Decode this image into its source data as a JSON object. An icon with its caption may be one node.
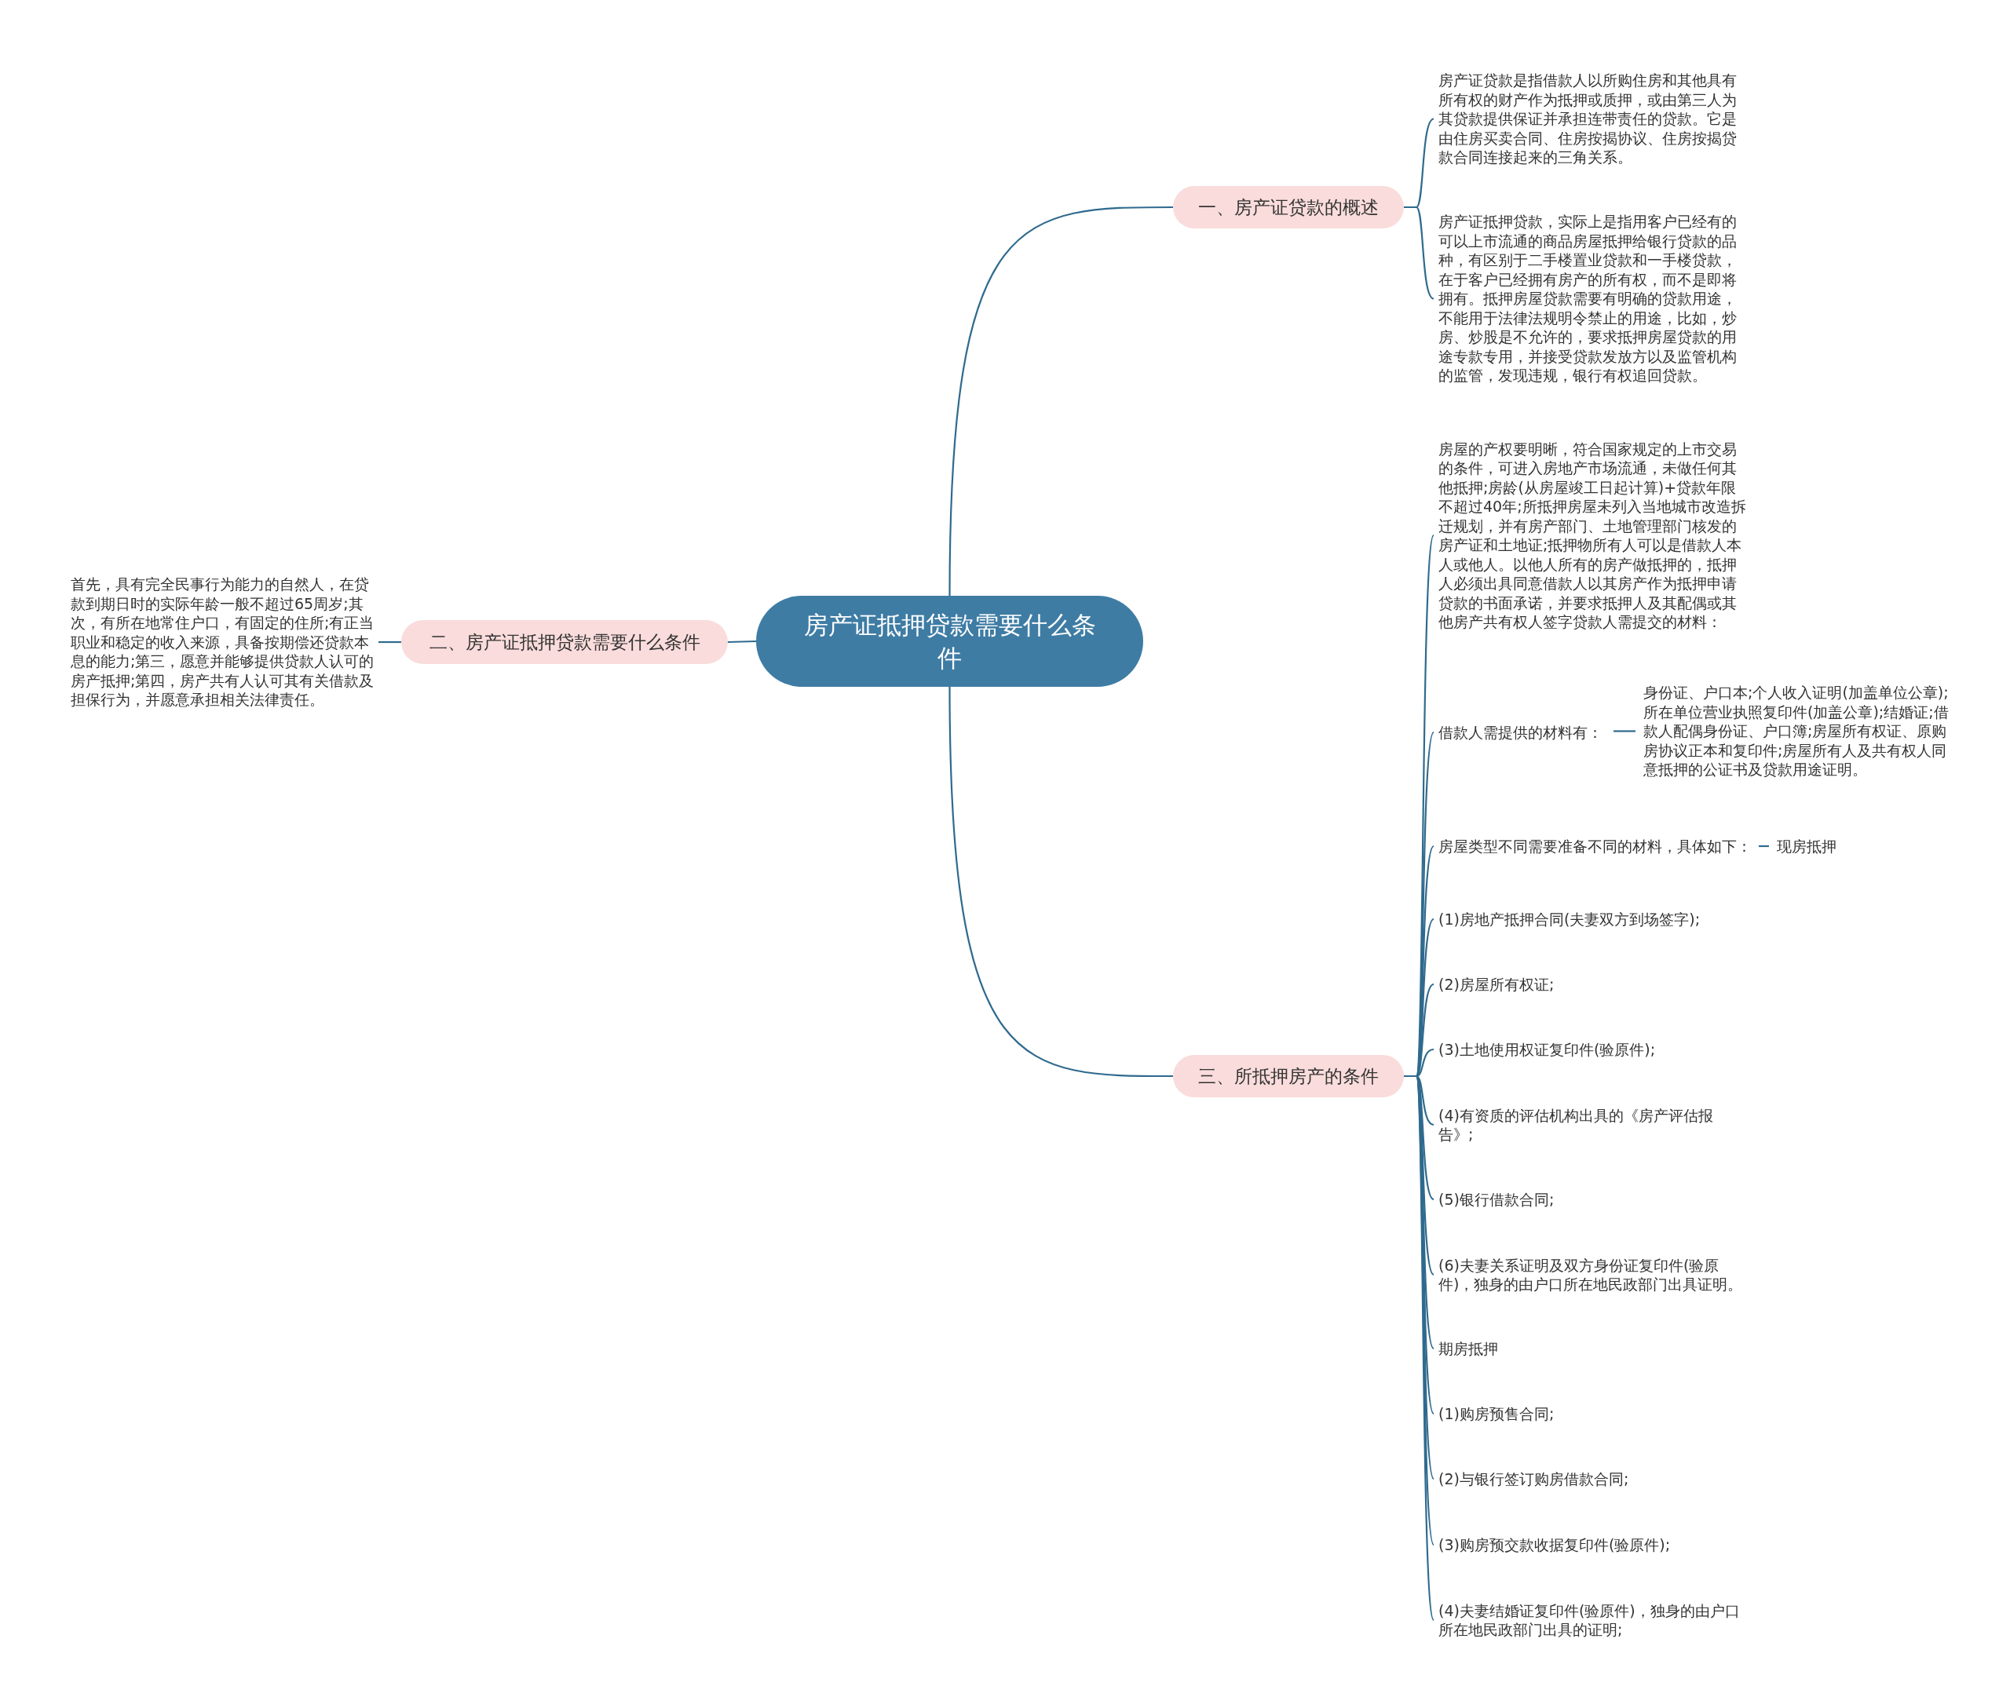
{
  "diagram": {
    "nodes": [
      {
        "text": [
          "房产证抵押贷款需要什么条件"
        ]
      },
      {
        "text": [
          "一、房产证贷款的概述"
        ]
      },
      {
        "text": [
          "房产证贷款是指借款人以所购住房和其他具有所有权的财产作为抵押或质押，或由第三人为其贷款提供保证并承担连带责任的贷款。它是由住房买卖合同、住房按揭协议、住房按揭贷款合同连接起来的三角关系。"
        ]
      },
      {
        "text": [
          "房产证抵押贷款，实际上是指用客户已经有的可以上市流通的商品房屋抵押给银行贷款的品种，有区别于二手楼置业贷款和一手楼贷款，在于客户已经拥有房产的所有权，而不是即将拥有。抵押房屋贷款需要有明确的贷款用途，不能用于法律法规明令禁止的用途，比如，炒房、炒股是不允许的，要求抵押房屋贷款的用途专款专用，并接受贷款发放方以及监管机构的监管，发现违规，银行有权追回贷款。"
        ]
      },
      {
        "text": [
          "二、房产证抵押贷款需要什么条件"
        ]
      },
      {
        "text": [
          "首先，具有完全民事行为能力的自然人，在贷款到期日时的实际年龄一般不超过65周岁;其次，有所在地常住户口，有固定的住所;有正当职业和稳定的收入来源，具备按期偿还贷款本息的能力;第三，愿意并能够提供贷款人认可的房产抵押;第四，房产共有人认可其有关借款及担保行为，并愿意承担相关法律责任。"
        ]
      },
      {
        "text": [
          "三、所抵押房产的条件"
        ]
      },
      {
        "text": [
          "房屋的产权要明晰，符合国家规定的上市交易的条件，可进入房地产市场流通，未做任何其他抵押;房龄(从房屋竣工日起计算)+贷款年限不超过40年;所抵押房屋未列入当地城市改造拆迁规划，并有房产部门、土地管理部门核发的房产证和土地证;抵押物所有人可以是借款人本人或他人。以他人所有的房产做抵押的，抵押人必须出具同意借款人以其房产作为抵押申请贷款的书面承诺，并要求抵押人及其配偶或其他房产共有权人签字贷款人需提交的材料："
        ]
      },
      {
        "text": [
          "借款人需提供的材料有："
        ]
      },
      {
        "text": [
          "身份证、户口本;个人收入证明(加盖单位公章);所在单位营业执照复印件(加盖公章);结婚证;借款人配偶身份证、户口簿;房屋所有权证、原购房协议正本和复印件;房屋所有人及共有权人同意抵押的公证书及贷款用途证明。"
        ]
      },
      {
        "text": [
          "房屋类型不同需要准备不同的材料，具体如下："
        ]
      },
      {
        "text": [
          "现房抵押"
        ]
      },
      {
        "text": [
          "(1)房地产抵押合同(夫妻双方到场签字);"
        ]
      },
      {
        "text": [
          "(2)房屋所有权证;"
        ]
      },
      {
        "text": [
          "(3)土地使用权证复印件(验原件);"
        ]
      },
      {
        "text": [
          "(4)有资质的评估机构出具的《房产评估报告》;"
        ]
      },
      {
        "text": [
          "(5)银行借款合同;"
        ]
      },
      {
        "text": [
          "(6)夫妻关系证明及双方身份证复印件(验原件)，独身的由户口所在地民政部门出具证明。"
        ]
      },
      {
        "text": [
          "期房抵押"
        ]
      },
      {
        "text": [
          "(1)购房预售合同;"
        ]
      },
      {
        "text": [
          "(2)与银行签订购房借款合同;"
        ]
      },
      {
        "text": [
          "(3)购房预交款收据复印件(验原件);"
        ]
      },
      {
        "text": [
          "(4)夫妻结婚证复印件(验原件)，独身的由户口所在地民政部门出具的证明;"
        ]
      }
    ],
    "edges": [
      {
        "from": 0,
        "to": 1,
        "arrow": "none"
      },
      {
        "from": 0,
        "to": 4,
        "arrow": "none"
      },
      {
        "from": 0,
        "to": 6,
        "arrow": "none"
      },
      {
        "from": 1,
        "to": 2,
        "arrow": "none"
      },
      {
        "from": 1,
        "to": 3,
        "arrow": "none"
      },
      {
        "from": 4,
        "to": 5,
        "arrow": "none"
      },
      {
        "from": 6,
        "to": 7,
        "arrow": "none"
      },
      {
        "from": 6,
        "to": 8,
        "arrow": "none"
      },
      {
        "from": 8,
        "to": 9,
        "arrow": "none"
      },
      {
        "from": 6,
        "to": 10,
        "arrow": "none"
      },
      {
        "from": 10,
        "to": 11,
        "arrow": "none"
      },
      {
        "from": 6,
        "to": 12,
        "arrow": "none"
      },
      {
        "from": 6,
        "to": 13,
        "arrow": "none"
      },
      {
        "from": 6,
        "to": 14,
        "arrow": "none"
      },
      {
        "from": 6,
        "to": 15,
        "arrow": "none"
      },
      {
        "from": 6,
        "to": 16,
        "arrow": "none"
      },
      {
        "from": 6,
        "to": 17,
        "arrow": "none"
      },
      {
        "from": 6,
        "to": 18,
        "arrow": "none"
      },
      {
        "from": 6,
        "to": 19,
        "arrow": "none"
      },
      {
        "from": 6,
        "to": 20,
        "arrow": "none"
      },
      {
        "from": 6,
        "to": 21,
        "arrow": "none"
      },
      {
        "from": 6,
        "to": 22,
        "arrow": "none"
      }
    ]
  }
}
